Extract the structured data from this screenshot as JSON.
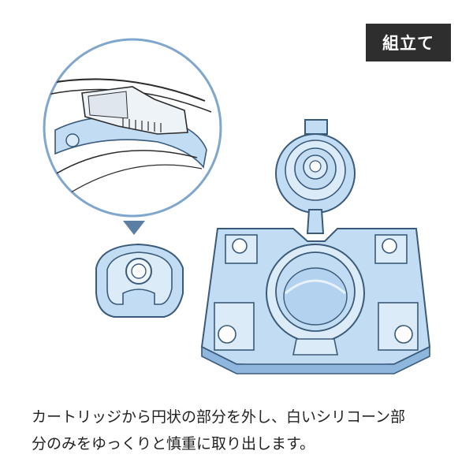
{
  "badge": {
    "label": "組立て"
  },
  "caption": {
    "line1": "カートリッジから円状の部分を外し、白いシリコーン部",
    "line2": "分のみをゆっくりと慎重に取り出します。"
  },
  "colors": {
    "part_fill": "#c2dcf3",
    "part_light": "#dcebf8",
    "part_dark": "#8fb6dc",
    "outline": "#3a5a7a",
    "arrow": "#5b7ea3"
  },
  "icons": [
    "zoom-detail-circle",
    "pointer-arrow",
    "silicone-ring-part",
    "cartridge-part"
  ]
}
